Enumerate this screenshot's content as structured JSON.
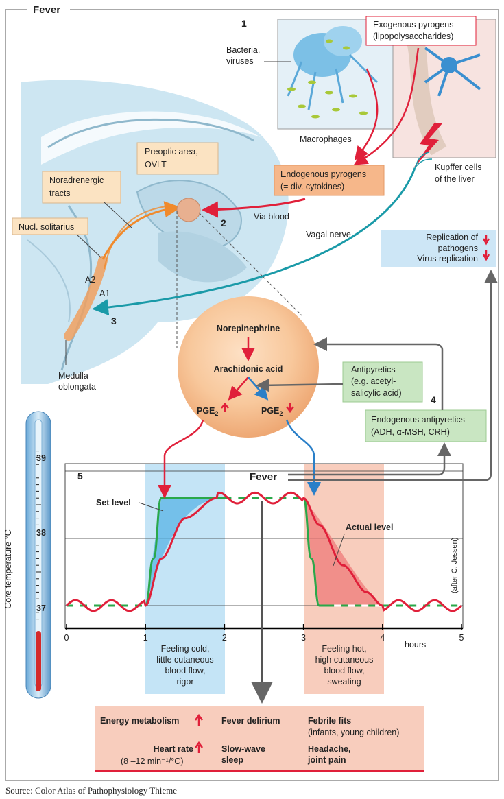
{
  "title": "Fever",
  "steps": {
    "s1": "1",
    "s2": "2",
    "s3": "3",
    "s4": "4",
    "s5": "5"
  },
  "labels": {
    "bacteria": [
      "Bacteria,",
      "viruses"
    ],
    "exogenous": [
      "Exogenous pyrogens",
      "(lipopolysaccharides)"
    ],
    "macrophages": "Macrophages",
    "kupffer": [
      "Kupffer cells",
      "of the liver"
    ],
    "endogenous": [
      "Endogenous pyrogens",
      "(= div. cytokines)"
    ],
    "via_blood": "Via blood",
    "vagal": "Vagal nerve",
    "preoptic": [
      "Preoptic area,",
      "OVLT"
    ],
    "noradrenergic": [
      "Noradrenergic",
      "tracts"
    ],
    "solitarius": "Nucl. solitarius",
    "a2": "A2",
    "a1": "A1",
    "medulla": [
      "Medulla",
      "oblongata"
    ],
    "replication": [
      "Replication of",
      "pathogens",
      "Virus replication"
    ],
    "norepinephrine": "Norepinephrine",
    "arachidonic": "Arachidonic acid",
    "pge_up": "PGE",
    "pge_down": "PGE",
    "pge_sub": "2",
    "antipyretics": [
      "Antipyretics",
      "(e.g. acetyl-",
      "salicylic acid)"
    ],
    "endo_antipyretics": [
      "Endogenous antipyretics",
      "(ADH, α-MSH, CRH)"
    ],
    "fever": "Fever",
    "set_level": "Set level",
    "actual_level": "Actual level",
    "credit": "(after C. Jessen)",
    "ylabel": "Core temperature °C",
    "xlabel": "hours",
    "cold": [
      "Feeling cold,",
      "little cutaneous",
      "blood flow,",
      "rigor"
    ],
    "hot": [
      "Feeling hot,",
      "high cutaneous",
      "blood flow,",
      "sweating"
    ]
  },
  "thermometer_ticks": [
    "39",
    "38",
    "37"
  ],
  "chart_data": {
    "type": "line",
    "xlabel": "hours",
    "ylabel": "Core temperature °C",
    "x_ticks": [
      "0",
      "1",
      "2",
      "3",
      "4",
      "5"
    ],
    "y_ticks": [
      "37",
      "38",
      "39"
    ],
    "xlim": [
      0,
      5
    ],
    "series": [
      {
        "name": "Set level",
        "color": "#2aa84a",
        "x": [
          0,
          1.0,
          1.1,
          1.2,
          3.0,
          3.1,
          3.2,
          5.0
        ],
        "y": [
          37.0,
          37.0,
          37.7,
          38.6,
          38.6,
          37.7,
          37.0,
          37.0
        ]
      },
      {
        "name": "Actual level",
        "color": "#e0203a",
        "x": [
          0,
          1.0,
          1.2,
          1.5,
          1.9,
          2.2,
          3.0,
          3.2,
          3.5,
          3.8,
          4.0,
          5.0
        ],
        "y": [
          37.0,
          37.0,
          37.7,
          38.3,
          38.6,
          38.6,
          38.6,
          38.2,
          37.6,
          37.2,
          37.0,
          37.0
        ]
      }
    ]
  },
  "effects": {
    "energy": "Energy metabolism",
    "delirium": "Fever delirium",
    "febrile": "Febrile fits",
    "febrile_sub": "(infants, young children)",
    "heart": "Heart rate",
    "heart_sub": "(8 –12 min⁻¹/°C)",
    "sws": [
      "Slow-wave",
      "sleep"
    ],
    "headache": [
      "Headache,",
      "joint pain"
    ]
  },
  "source": "Source: Color Atlas of Pathophysiology Thieme",
  "colors": {
    "red": "#e0203a",
    "green": "#2aa84a",
    "teal": "#1a9aa8",
    "orange": "#f08a2c",
    "blue": "#2a7fc8",
    "gray": "#666666"
  }
}
